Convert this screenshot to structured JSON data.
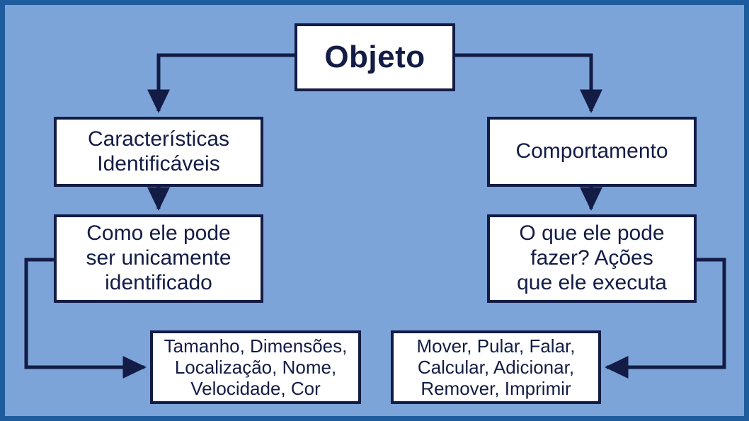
{
  "diagram": {
    "title": "Objeto",
    "language": "pt-BR",
    "type": "hierarchy-flowchart",
    "canvas": {
      "frame_color": "#1F5C9E",
      "background_color": "#7CA4D8",
      "node_fill": "#FFFFFF",
      "node_stroke": "#131C45",
      "connector_color": "#131C45"
    },
    "nodes": {
      "root": "Objeto",
      "left_branch": {
        "level1": "Características\nIdentificáveis",
        "level2": "Como ele pode\nser unicamente\nidentificado",
        "level3": "Tamanho, Dimensões,\nLocalização, Nome,\nVelocidade, Cor"
      },
      "right_branch": {
        "level1": "Comportamento",
        "level2": "O que ele pode\nfazer? Ações\nque ele executa",
        "level3": "Mover, Pular, Falar,\nCalcular, Adicionar,\nRemover, Imprimir"
      }
    },
    "connectors": [
      {
        "name": "root-to-left-level1",
        "from": "Objeto",
        "to": "Características Identificáveis",
        "style": "elbow-arrow"
      },
      {
        "name": "root-to-right-level1",
        "from": "Objeto",
        "to": "Comportamento",
        "style": "elbow-arrow"
      },
      {
        "name": "left-level1-to-level2",
        "from": "Características Identificáveis",
        "to": "Como ele pode ser unicamente identificado",
        "style": "straight-arrow"
      },
      {
        "name": "right-level1-to-level2",
        "from": "Comportamento",
        "to": "O que ele pode fazer? Ações que ele executa",
        "style": "straight-arrow"
      },
      {
        "name": "left-level2-to-level3",
        "from": "Como ele pode ser unicamente identificado",
        "to": "Tamanho, Dimensões, Localização, Nome, Velocidade, Cor",
        "style": "wrap-around-arrow"
      },
      {
        "name": "right-level2-to-level3",
        "from": "O que ele pode fazer? Ações que ele executa",
        "to": "Mover, Pular, Falar, Calcular, Adicionar, Remover, Imprimir",
        "style": "wrap-around-arrow"
      }
    ]
  }
}
